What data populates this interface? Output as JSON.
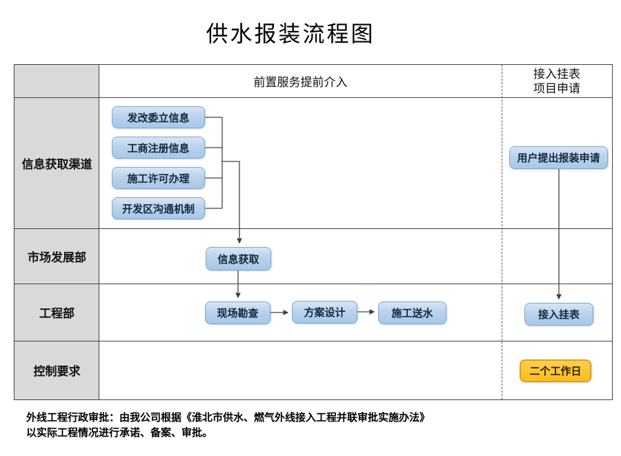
{
  "title": "供水报装流程图",
  "table": {
    "header": {
      "middle": "前置服务提前介入",
      "right": [
        "接入挂表",
        "项目申请"
      ]
    },
    "row_labels": [
      "信息获取渠道",
      "市场发展部",
      "工程部",
      "控制要求"
    ]
  },
  "flow": {
    "sources": [
      "发改委立信息",
      "工商注册信息",
      "施工许可办理",
      "开发区沟通机制"
    ],
    "market_step": "信息获取",
    "engineering_steps": [
      "现场勘查",
      "方案设计",
      "施工送水"
    ],
    "apply": "用户提出报装申请",
    "meter": "接入挂表",
    "duration": "二个工作日"
  },
  "footnote": {
    "line1": "外线工程行政审批：由我公司根据《淮北市供水、燃气外线接入工程并联审批实施办法》",
    "line2": "以实际工程情况进行承诺、备案、审批。"
  },
  "colors": {
    "process_box_fill_top": "#D8E6F5",
    "process_box_fill_bottom": "#A7C8E8",
    "process_box_border": "#7EA6D3",
    "highlight_box_fill": "#FDBE1E",
    "highlight_box_border": "#E29E15",
    "label_cell_bg": "#D9D9D9",
    "connector": "#404040"
  }
}
